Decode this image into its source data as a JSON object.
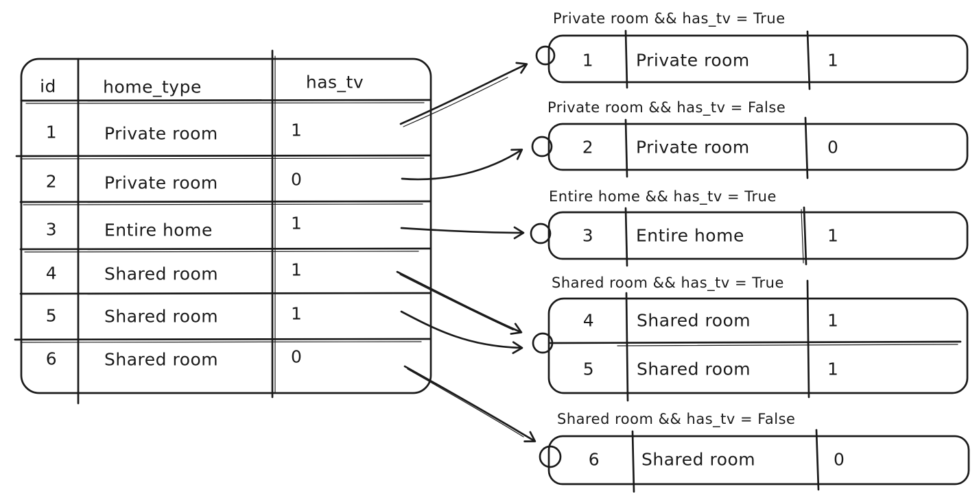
{
  "table": {
    "columns": [
      "id",
      "home_type",
      "has_tv"
    ],
    "rows": [
      {
        "id": "1",
        "home_type": "Private room",
        "has_tv": "1"
      },
      {
        "id": "2",
        "home_type": "Private room",
        "has_tv": "0"
      },
      {
        "id": "3",
        "home_type": "Entire home",
        "has_tv": "1"
      },
      {
        "id": "4",
        "home_type": "Shared room",
        "has_tv": "1"
      },
      {
        "id": "5",
        "home_type": "Shared room",
        "has_tv": "1"
      },
      {
        "id": "6",
        "home_type": "Shared room",
        "has_tv": "0"
      }
    ]
  },
  "groups": [
    {
      "label": "Private room && has_tv = True",
      "rows": [
        {
          "id": "1",
          "home_type": "Private room",
          "has_tv": "1"
        }
      ]
    },
    {
      "label": "Private room && has_tv = False",
      "rows": [
        {
          "id": "2",
          "home_type": "Private room",
          "has_tv": "0"
        }
      ]
    },
    {
      "label": "Entire home && has_tv = True",
      "rows": [
        {
          "id": "3",
          "home_type": "Entire home",
          "has_tv": "1"
        }
      ]
    },
    {
      "label": "Shared room && has_tv = True",
      "rows": [
        {
          "id": "4",
          "home_type": "Shared room",
          "has_tv": "1"
        },
        {
          "id": "5",
          "home_type": "Shared room",
          "has_tv": "1"
        }
      ]
    },
    {
      "label": "Shared room && has_tv = False",
      "rows": [
        {
          "id": "6",
          "home_type": "Shared room",
          "has_tv": "0"
        }
      ]
    }
  ],
  "colors": {
    "ink": "#1a1a1a",
    "background": "#ffffff"
  }
}
